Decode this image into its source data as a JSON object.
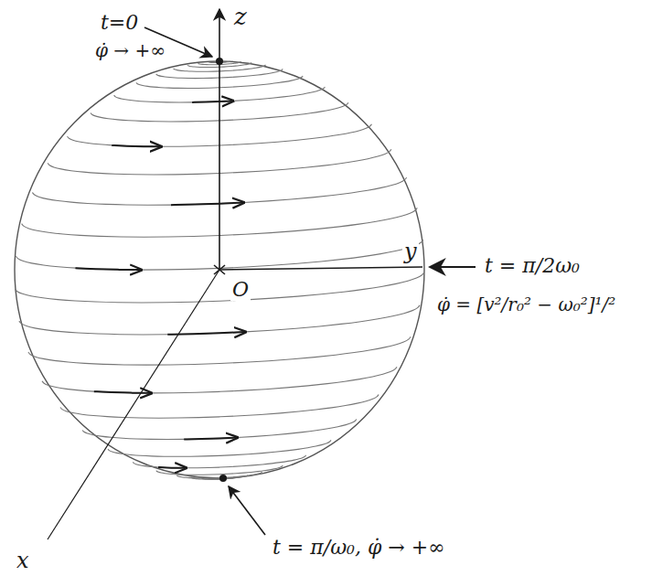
{
  "diagram": {
    "labels": [
      "z",
      "t=0",
      "φ̇ → +∞",
      "O",
      "y",
      "t = π/2ω₀",
      "φ̇ = [v²/r₀² − ω₀²]¹/²",
      "x",
      "t = π/ω₀, φ̇ → +∞"
    ]
  }
}
